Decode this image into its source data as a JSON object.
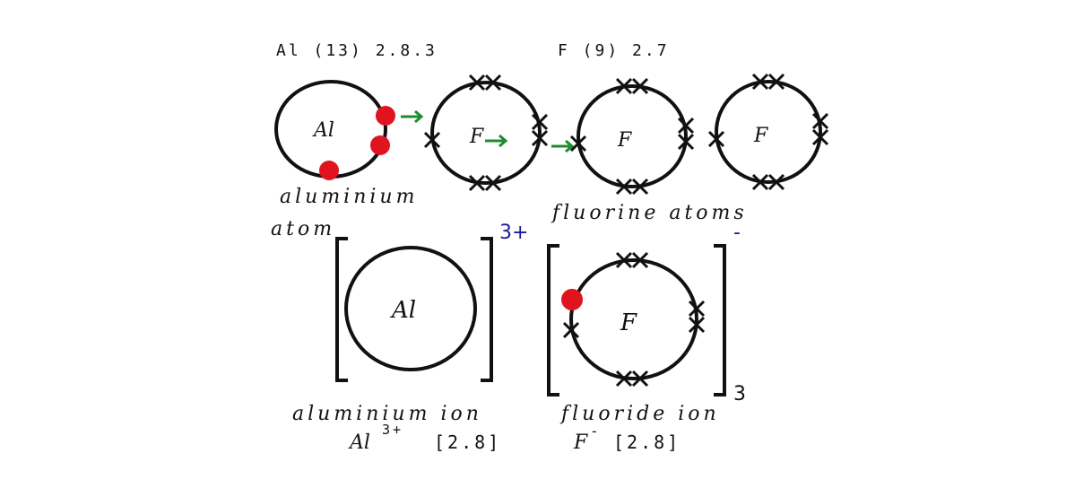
{
  "headers": {
    "al_config": "Al (13) 2.8.3",
    "f_config": "F (9) 2.7"
  },
  "atoms": {
    "al_symbol": "Al",
    "f_symbol": "F",
    "al_label_line1": "aluminium",
    "al_label_line2": "atom",
    "f_label": "fluorine atoms"
  },
  "ions": {
    "al_symbol": "Al",
    "al_charge": "3+",
    "al_label": "aluminium ion",
    "al_formula_base": "Al",
    "al_formula_sup": "3+",
    "al_formula_config": "[2.8]",
    "f_symbol": "F",
    "f_charge": "-",
    "f_subscript": "3",
    "f_label": "fluoride ion",
    "f_formula_base": "F",
    "f_formula_sup": "-",
    "f_formula_config": "[2.8]"
  },
  "colors": {
    "electron_transferred": "#e0141e",
    "arrow": "#1e8c2e",
    "charge_text": "#1a1aa0",
    "outline": "#111111"
  }
}
